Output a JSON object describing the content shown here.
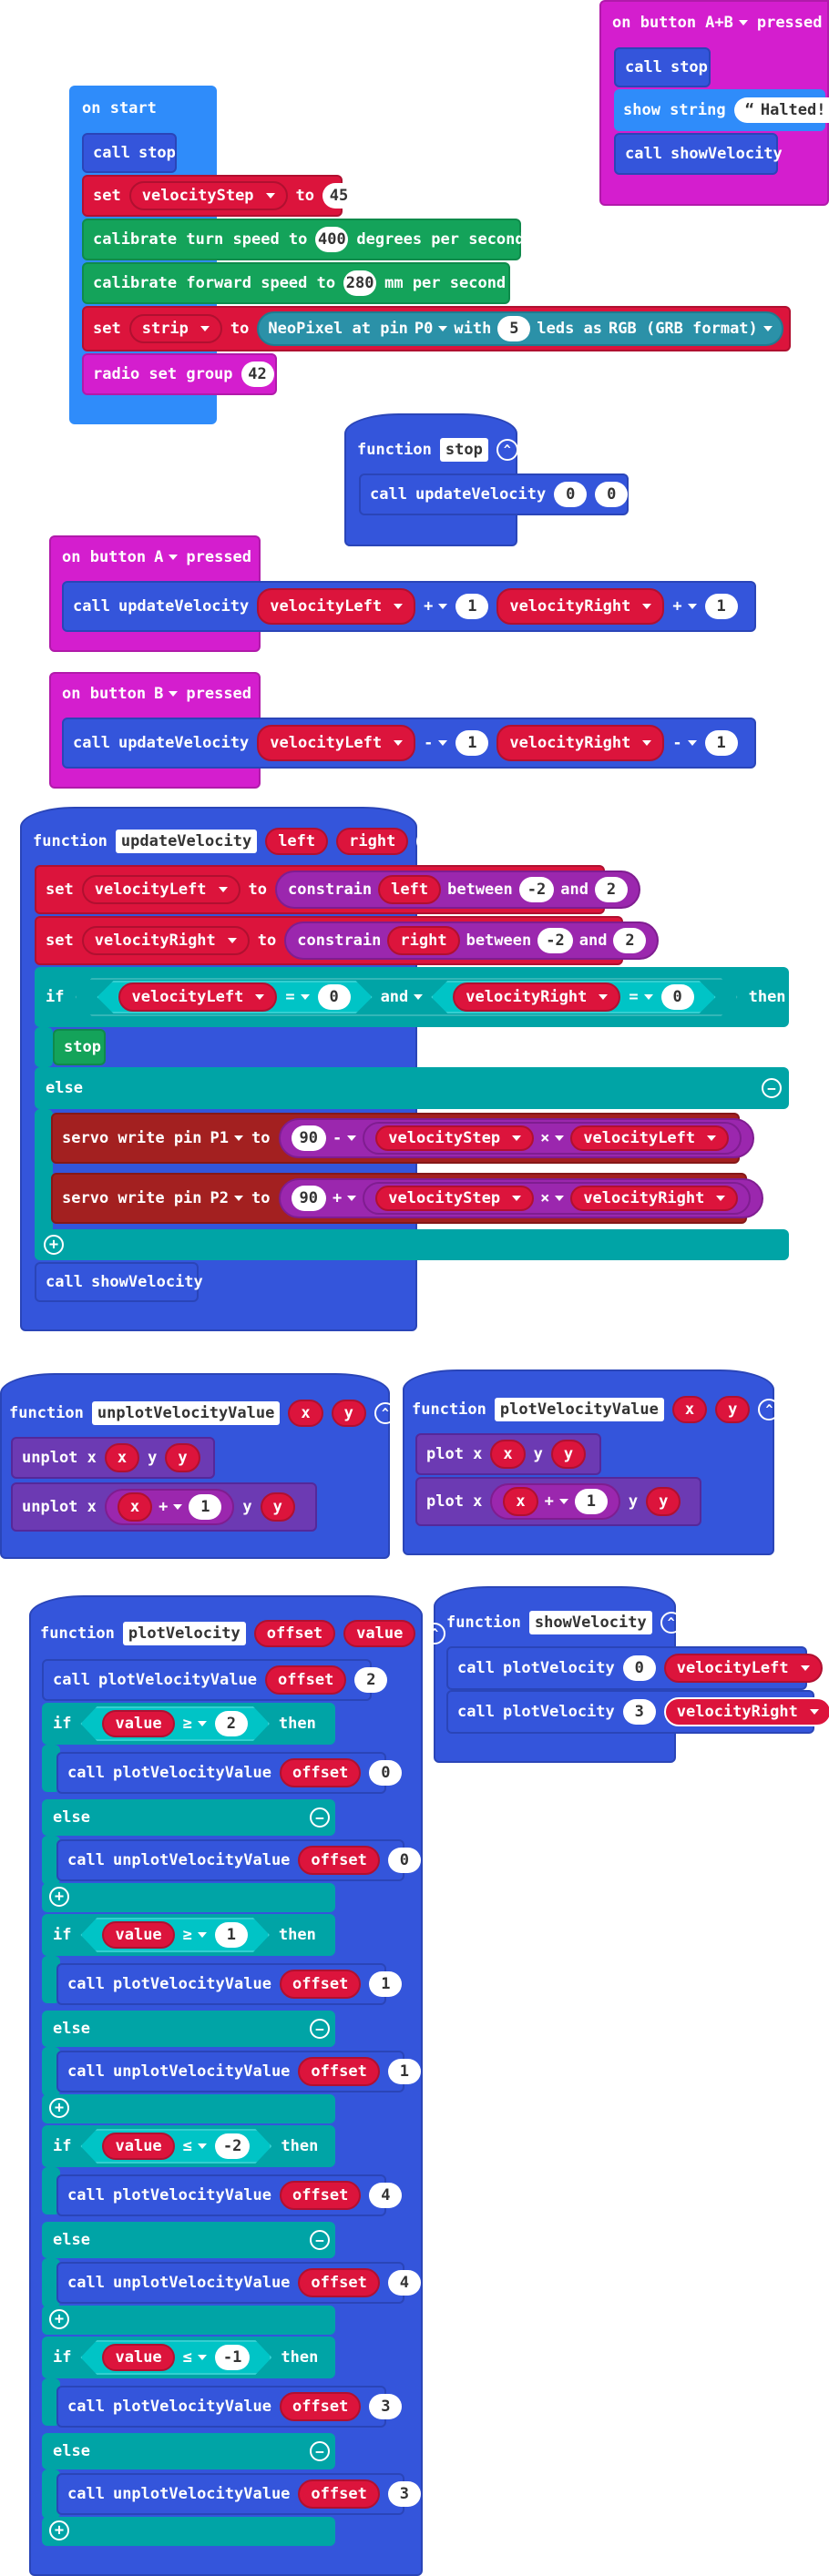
{
  "onAB": {
    "label": "on button",
    "btn": "A+B",
    "pressed": "pressed",
    "call": "call",
    "stop": "stop",
    "show": "show string",
    "halted": "Halted!",
    "showVel": "showVelocity"
  },
  "onStart": {
    "label": "on start",
    "call": "call",
    "stop": "stop",
    "set": "set",
    "to": "to",
    "velocityStep": "velocityStep",
    "v45": "45",
    "calTurn": "calibrate turn speed to",
    "v400": "400",
    "dps": "degrees per second",
    "calFwd": "calibrate forward speed to",
    "v280": "280",
    "mmps": "mm per second",
    "strip": "strip",
    "neo": "NeoPixel at pin",
    "p0": "P0",
    "with": "with",
    "v5": "5",
    "ledsas": "leds as",
    "rgb": "RGB (GRB format)",
    "radio": "radio set group",
    "v42": "42"
  },
  "fnStop": {
    "function": "function",
    "name": "stop",
    "call": "call",
    "update": "updateVelocity",
    "a": "0",
    "b": "0"
  },
  "onA": {
    "label": "on button",
    "btn": "A",
    "pressed": "pressed",
    "call": "call",
    "update": "updateVelocity",
    "vl": "velocityLeft",
    "op": "+",
    "one": "1",
    "vr": "velocityRight"
  },
  "onB": {
    "label": "on button",
    "btn": "B",
    "pressed": "pressed",
    "call": "call",
    "update": "updateVelocity",
    "vl": "velocityLeft",
    "op": "-",
    "one": "1",
    "vr": "velocityRight"
  },
  "fnUpdate": {
    "function": "function",
    "name": "updateVelocity",
    "left": "left",
    "right": "right",
    "set": "set",
    "to": "to",
    "vl": "velocityLeft",
    "vr": "velocityRight",
    "constrain": "constrain",
    "between": "between",
    "m2": "-2",
    "and": "and",
    "p2": "2",
    "if": "if",
    "eq": "=",
    "zero": "0",
    "then": "then",
    "stop": "stop",
    "else": "else",
    "servo": "servo write pin",
    "p1": "P1",
    "p2pin": "P2",
    "v90": "90",
    "minus": "-",
    "plus": "+",
    "times": "×",
    "vs": "velocityStep",
    "call": "call",
    "showVel": "showVelocity"
  },
  "fnUnplot": {
    "function": "function",
    "name": "unplotVelocityValue",
    "x": "x",
    "y": "y",
    "unplot": "unplot x",
    "ylbl": "y",
    "plus": "+",
    "one": "1"
  },
  "fnPlot": {
    "function": "function",
    "name": "plotVelocityValue",
    "x": "x",
    "y": "y",
    "plot": "plot x",
    "ylbl": "y",
    "plus": "+",
    "one": "1"
  },
  "fnShow": {
    "function": "function",
    "name": "showVelocity",
    "call": "call",
    "plotVV": "plotVelocity",
    "zero": "0",
    "three": "3",
    "vl": "velocityLeft",
    "vr": "velocityRight"
  },
  "fnPlotV": {
    "function": "function",
    "name": "plotVelocity",
    "offset": "offset",
    "value": "value",
    "call": "call",
    "pvv": "plotVelocityValue",
    "upvv": "unplotVelocityValue",
    "two": "2",
    "if": "if",
    "then": "then",
    "else": "else",
    "ge": "≥",
    "le": "≤",
    "v2": "2",
    "v1": "1",
    "vm2": "-2",
    "vm1": "-1",
    "o0": "0",
    "o1": "1",
    "o4": "4",
    "o3": "3"
  }
}
